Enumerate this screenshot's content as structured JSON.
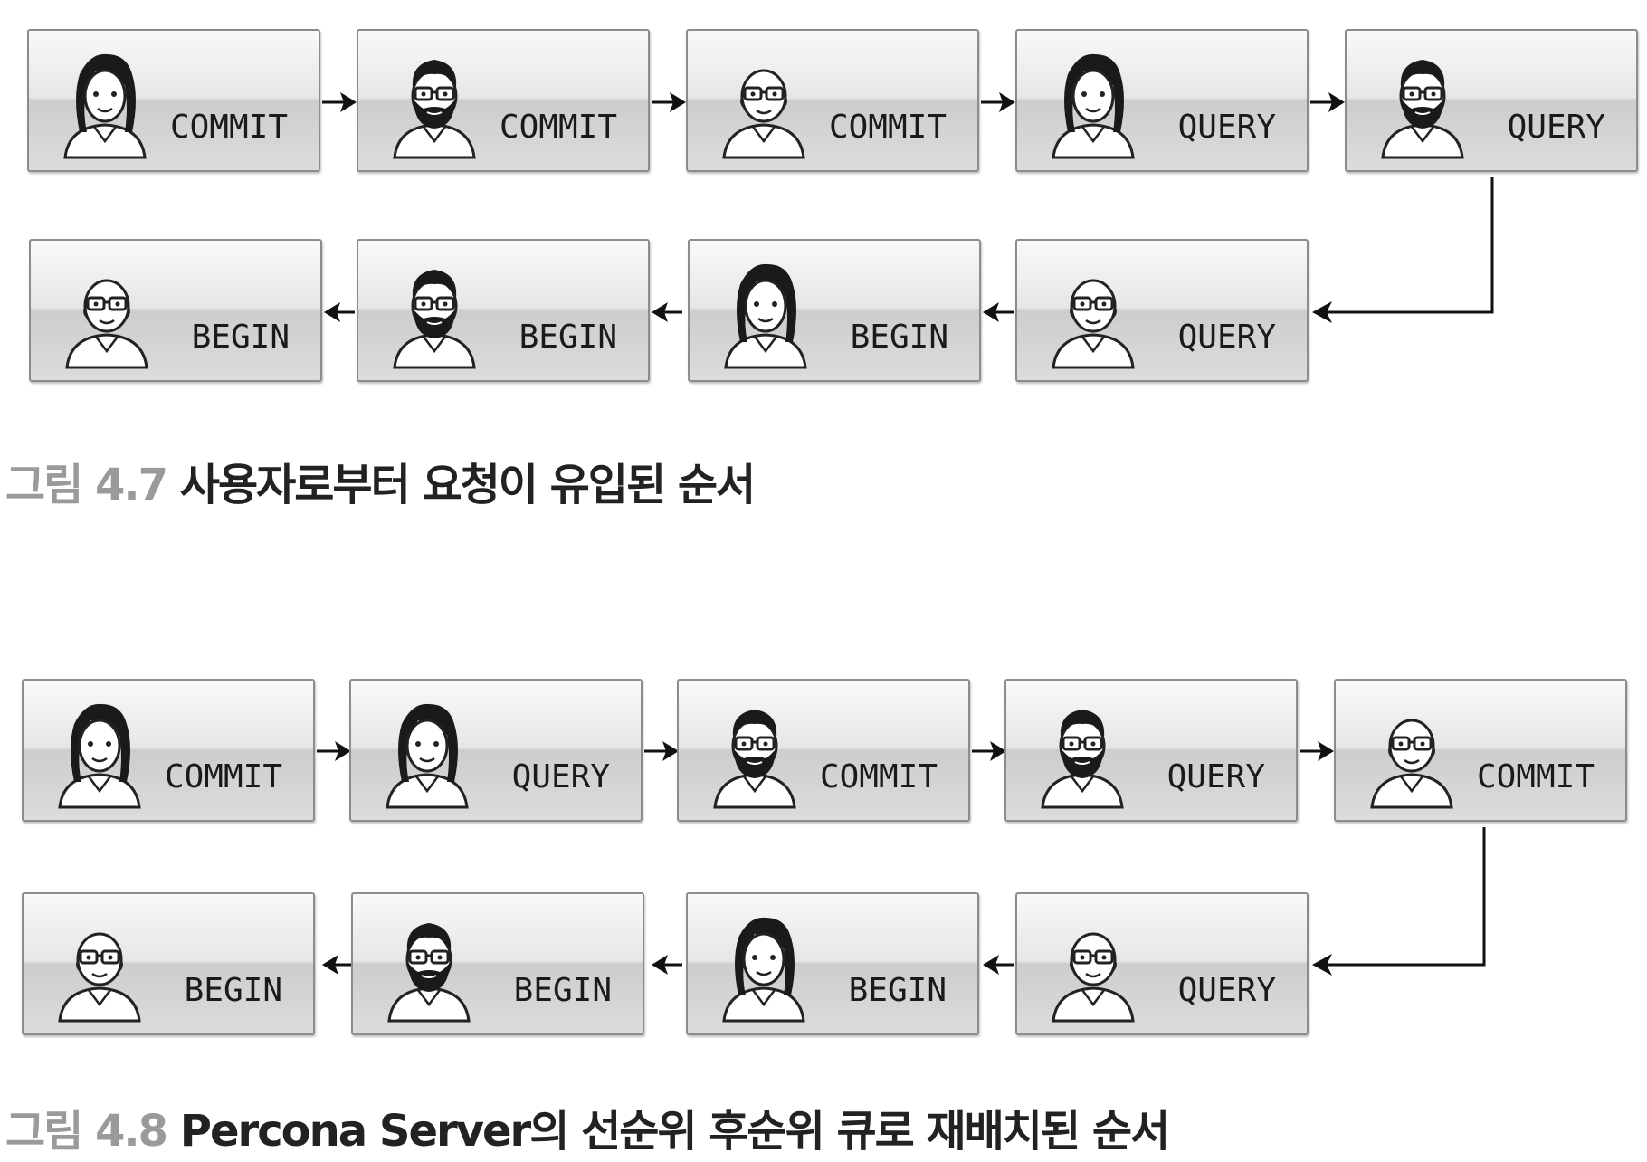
{
  "figures": [
    {
      "caption_prefix": "그림 4.7",
      "caption_text": "사용자로부터 요청이 유입된 순서",
      "row1": [
        {
          "person": "woman",
          "label": "COMMIT"
        },
        {
          "person": "bearded-man",
          "label": "COMMIT"
        },
        {
          "person": "bald-man",
          "label": "COMMIT"
        },
        {
          "person": "woman",
          "label": "QUERY"
        },
        {
          "person": "bearded-man",
          "label": "QUERY"
        }
      ],
      "row2": [
        {
          "person": "bald-man",
          "label": "BEGIN"
        },
        {
          "person": "bearded-man",
          "label": "BEGIN"
        },
        {
          "person": "woman",
          "label": "BEGIN"
        },
        {
          "person": "bald-man",
          "label": "QUERY"
        }
      ]
    },
    {
      "caption_prefix": "그림 4.8",
      "caption_text": "Percona Server의 선순위 후순위 큐로 재배치된 순서",
      "row1": [
        {
          "person": "woman",
          "label": "COMMIT"
        },
        {
          "person": "woman",
          "label": "QUERY"
        },
        {
          "person": "bearded-man",
          "label": "COMMIT"
        },
        {
          "person": "bearded-man",
          "label": "QUERY"
        },
        {
          "person": "bald-man",
          "label": "COMMIT"
        }
      ],
      "row2": [
        {
          "person": "bald-man",
          "label": "BEGIN"
        },
        {
          "person": "bearded-man",
          "label": "BEGIN"
        },
        {
          "person": "woman",
          "label": "BEGIN"
        },
        {
          "person": "bald-man",
          "label": "QUERY"
        }
      ]
    }
  ]
}
